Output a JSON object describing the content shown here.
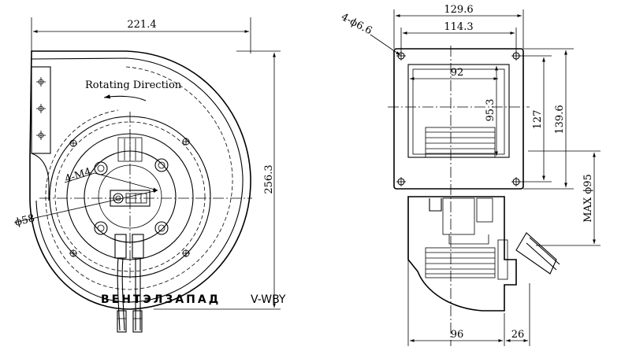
{
  "left_view": {
    "width_dim": "221.4",
    "height_dim": "256.3",
    "rotation_label": "Rotating Direction",
    "hole_label": "4-M4",
    "diameter_label": "ϕ58"
  },
  "right_view": {
    "holes_label": "4-ϕ6.6",
    "outer_width": "129.6",
    "hole_spacing_width": "114.3",
    "outlet_width": "92",
    "outlet_height": "95.3",
    "hole_spacing_height": "127",
    "outer_height": "139.6",
    "max_diameter": "MAX ϕ95",
    "bottom_left_dim": "96",
    "bottom_right_dim": "26"
  },
  "watermark": {
    "brand": "ВЕНТЭЛЗАПАД",
    "model": "V-WBY"
  },
  "colors": {
    "line": "#000000",
    "watermark_blue": "#8fb4dc",
    "watermark_red": "#e39a9a",
    "watermark_gray": "#9aa2ad"
  }
}
